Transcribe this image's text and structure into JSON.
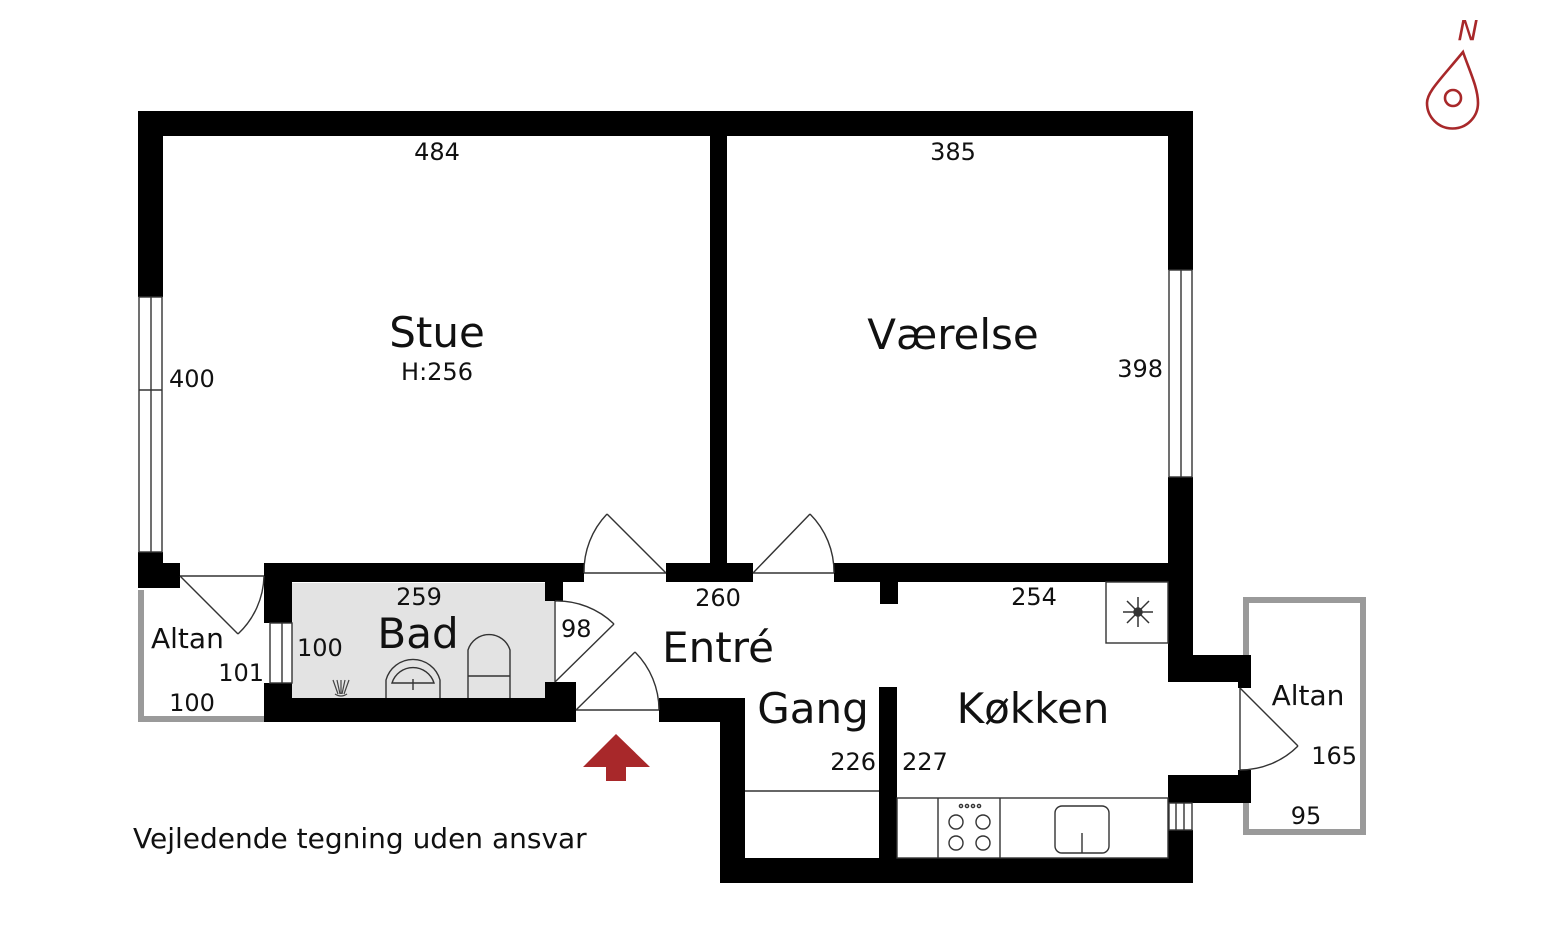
{
  "plan": {
    "rooms": {
      "stue": {
        "name": "Stue",
        "height": "H:256",
        "width_dim": "484",
        "depth_dim": "400"
      },
      "vaerelse": {
        "name": "Værelse",
        "width_dim": "385",
        "depth_dim": "398"
      },
      "bad": {
        "name": "Bad",
        "width_dim": "259",
        "depth_dim": "100"
      },
      "entre": {
        "name": "Entré",
        "width_dim": "260",
        "door_dim": "98"
      },
      "gang": {
        "name": "Gang",
        "depth_dim": "226"
      },
      "kokken": {
        "name": "Køkken",
        "width_dim": "254",
        "depth_dim": "227"
      },
      "altan_west": {
        "name": "Altan",
        "depth_dim": "101",
        "width_dim": "100"
      },
      "altan_east": {
        "name": "Altan",
        "depth_dim": "165",
        "width_dim": "95"
      }
    },
    "compass": {
      "label": "N",
      "icon": "compass-north-icon"
    },
    "entrance_marker": {
      "icon": "entrance-arrow-icon"
    },
    "disclaimer": "Vejledende tegning uden ansvar",
    "colors": {
      "wall": "#000000",
      "bathroom_fill": "#e3e3e3",
      "balcony_outline": "#9a9a9a",
      "accent": "#a8282a"
    }
  }
}
